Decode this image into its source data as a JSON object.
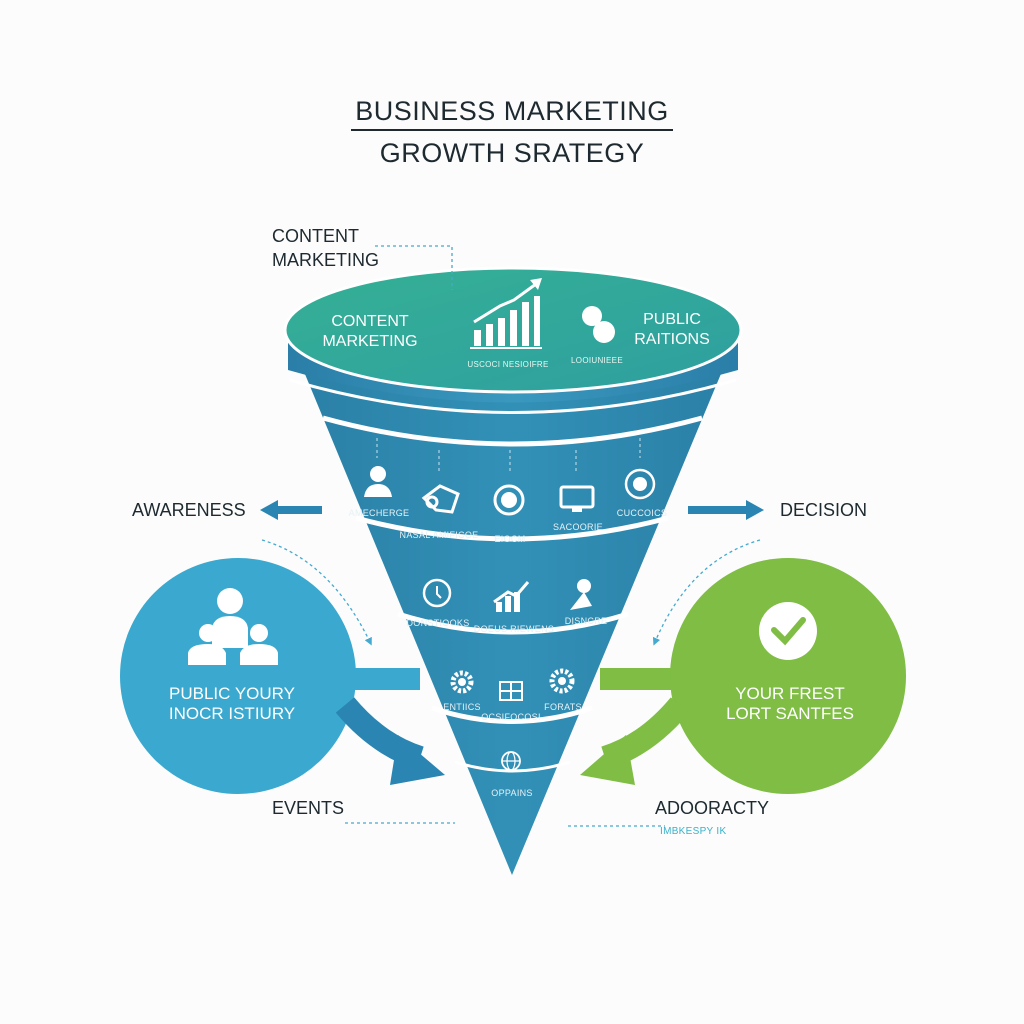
{
  "title": {
    "line1": "BUSINESS MARKETING",
    "line2": "GROWTH SRATEGY"
  },
  "callouts": {
    "content_marketing": [
      "CONTENT",
      "MARKETING"
    ],
    "awareness": "AWARENESS",
    "decision": "DECISION",
    "events": "EVENTS",
    "advocacy": "ADOORACTY",
    "advocacy_sub": "IMBKESPY IK"
  },
  "funnel_top": {
    "left_label": [
      "CONTENT",
      "MARKETING"
    ],
    "right_label": [
      "PUBLIC",
      "RAITIONS"
    ],
    "chart_caption": "USCOCI NESIOIFRE",
    "pr_caption": "LOOIUNIEEE"
  },
  "funnel_band1": {
    "items": [
      {
        "icon": "person-icon",
        "caption": "AMECHERGE"
      },
      {
        "icon": "megaphone-icon",
        "caption": "NASAL AMIFICOE"
      },
      {
        "icon": "target-icon",
        "caption": "EIOCM"
      },
      {
        "icon": "monitor-icon",
        "caption": "SACOORIE"
      },
      {
        "icon": "badge-icon",
        "caption": "CUCCOICS"
      }
    ]
  },
  "funnel_band2": {
    "items": [
      {
        "icon": "clock-icon",
        "caption": "DONSTIOOKS"
      },
      {
        "icon": "trend-chart-icon",
        "caption": "DOEUS RIEWENS"
      },
      {
        "icon": "pin-icon",
        "caption": "DISNCRE"
      }
    ]
  },
  "funnel_band3": {
    "items": [
      {
        "icon": "gear-icon",
        "caption": "ENTIICS"
      },
      {
        "icon": "grid-box-icon",
        "caption": "OCSIFOCOSI"
      },
      {
        "icon": "cog-icon",
        "caption": "FORATS"
      }
    ]
  },
  "funnel_band4": {
    "items": [
      {
        "icon": "globe-icon",
        "caption": "OPPAINS"
      }
    ]
  },
  "left_circle": {
    "text": [
      "PUBLIC YOURY",
      "INOCR ISTIURY"
    ],
    "icon": "team-icon"
  },
  "right_circle": {
    "text": [
      "YOUR FREST",
      "LORT SANTFES"
    ],
    "icon": "check-icon"
  },
  "colors": {
    "teal_top": "#31a98f",
    "funnel_blue": "#2f86ab",
    "funnel_dark": "#236f91",
    "left_circle": "#3aa8cf",
    "right_circle": "#7fbd45",
    "arrow_blue": "#2a85b3",
    "dashed": "#46a9d0"
  }
}
